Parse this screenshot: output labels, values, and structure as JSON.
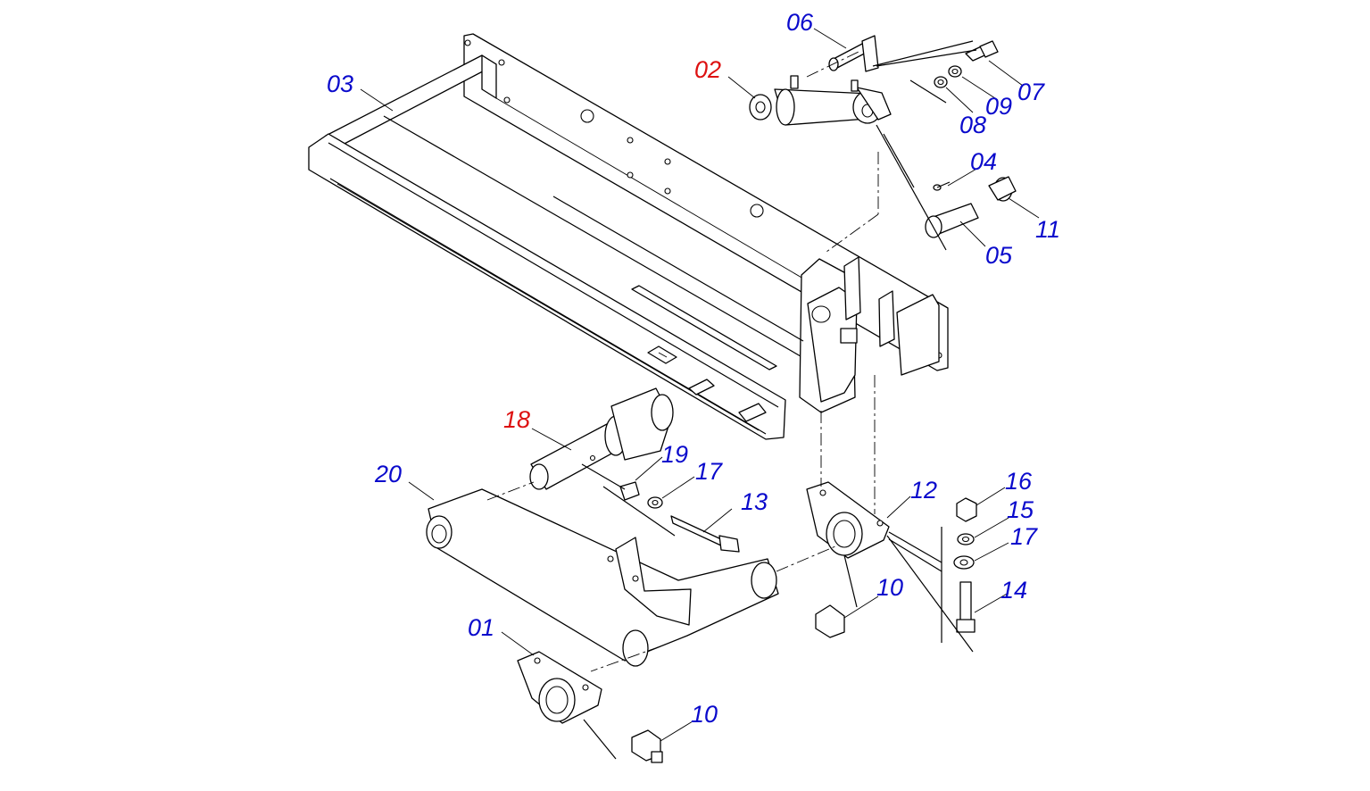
{
  "diagram": {
    "colors": {
      "part_label": "#0a0acc",
      "assembly_label": "#dd1111",
      "linework": "#000000"
    },
    "callouts": [
      {
        "id": "01",
        "text": "01",
        "color": "blue"
      },
      {
        "id": "02",
        "text": "02",
        "color": "red"
      },
      {
        "id": "03",
        "text": "03",
        "color": "blue"
      },
      {
        "id": "04",
        "text": "04",
        "color": "blue"
      },
      {
        "id": "05",
        "text": "05",
        "color": "blue"
      },
      {
        "id": "06",
        "text": "06",
        "color": "blue"
      },
      {
        "id": "07",
        "text": "07",
        "color": "blue"
      },
      {
        "id": "08",
        "text": "08",
        "color": "blue"
      },
      {
        "id": "09",
        "text": "09",
        "color": "blue"
      },
      {
        "id": "10a",
        "text": "10",
        "color": "blue"
      },
      {
        "id": "10b",
        "text": "10",
        "color": "blue"
      },
      {
        "id": "11",
        "text": "11",
        "color": "blue"
      },
      {
        "id": "12",
        "text": "12",
        "color": "blue"
      },
      {
        "id": "13",
        "text": "13",
        "color": "blue"
      },
      {
        "id": "14",
        "text": "14",
        "color": "blue"
      },
      {
        "id": "15",
        "text": "15",
        "color": "blue"
      },
      {
        "id": "16",
        "text": "16",
        "color": "blue"
      },
      {
        "id": "17a",
        "text": "17",
        "color": "blue"
      },
      {
        "id": "17b",
        "text": "17",
        "color": "blue"
      },
      {
        "id": "18",
        "text": "18",
        "color": "red"
      },
      {
        "id": "19",
        "text": "19",
        "color": "blue"
      },
      {
        "id": "20",
        "text": "20",
        "color": "blue"
      }
    ]
  }
}
